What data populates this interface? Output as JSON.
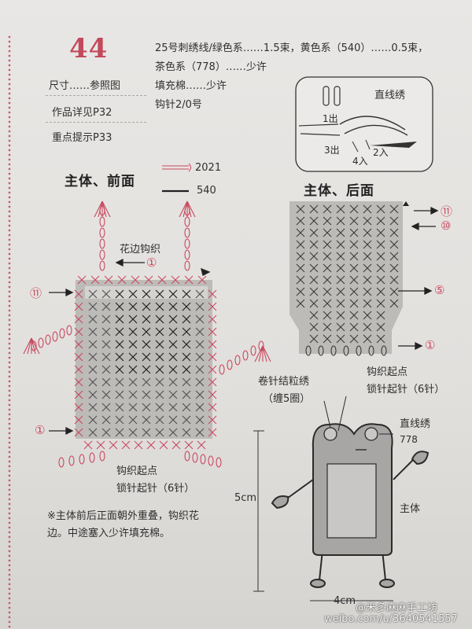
{
  "pattern": {
    "number": "44",
    "size": "尺寸……参照图",
    "work_page": "作品详见P32",
    "tips_page": "重点提示P33"
  },
  "materials": {
    "line1": "25号刺绣线/绿色系……1.5束，黄色系（540）……0.5束，",
    "line2": "茶色系（778）……少许",
    "line3": "填充棉……少许",
    "line4": "钩针2/0号"
  },
  "inset": {
    "title": "直线绣",
    "out1": "1出",
    "in2": "2入",
    "out3": "3出",
    "in4": "4入"
  },
  "legend": {
    "color1": "2021",
    "color2": "540",
    "color1_hex": "#c8485e",
    "color2_hex": "#222222"
  },
  "front": {
    "title": "主体、前面",
    "edge_label": "花边钩织",
    "marker_1": "①",
    "marker_11": "⑪",
    "start_line1": "钩织起点",
    "start_line2": "锁针起针（6针）"
  },
  "back": {
    "title": "主体、后面",
    "marker_11": "⑪",
    "marker_10": "⑩",
    "marker_5": "⑤",
    "marker_1": "①",
    "start_line1": "钩织起点",
    "start_line2": "锁针起针（6针）"
  },
  "frog": {
    "knot_line1": "卷针结粒绣",
    "knot_line2": "（缠5圈）",
    "straight_label": "直线绣",
    "straight_color": "778",
    "body_label": "主体",
    "height": "5cm",
    "width": "4cm"
  },
  "note": {
    "text": "※主体前后正面朝外重叠，钩织花边。中途塞入少许填充棉。"
  },
  "watermark": {
    "line1": "@米多麻麻手工坊",
    "line2": "weibo.com/u/3640541557"
  }
}
